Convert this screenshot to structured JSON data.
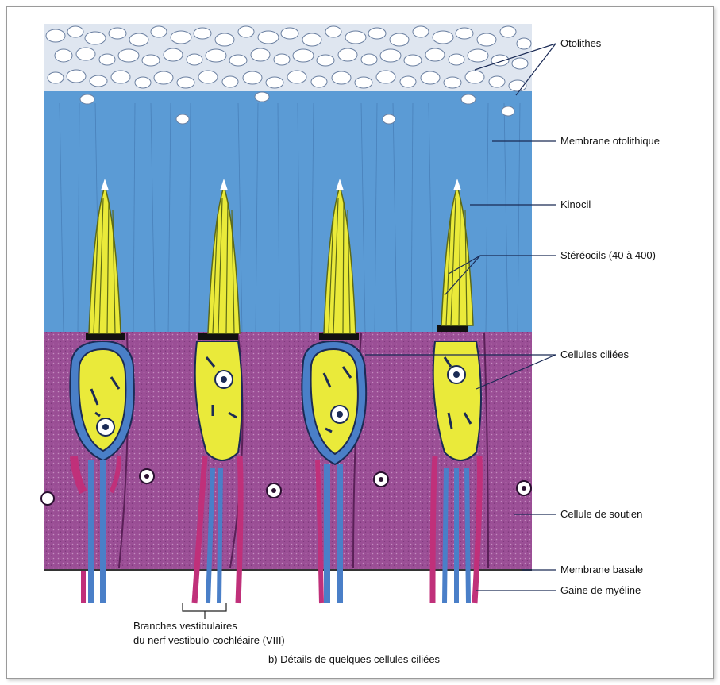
{
  "labels": {
    "otolithes": "Otolithes",
    "membrane_otolithique": "Membrane otolithique",
    "kinocil": "Kinocil",
    "stereocils": "Stéréocils (40 à 400)",
    "cellules_ciliees": "Cellules ciliées",
    "cellule_soutien": "Cellule de soutien",
    "membrane_basale": "Membrane basale",
    "gaine_myeline": "Gaine de myéline"
  },
  "nerve_caption": {
    "line1": "Branches vestibulaires",
    "line2": "du nerf vestibulo-cochléaire (VIII)"
  },
  "figure_caption": "b) Détails de quelques cellules ciliées",
  "colors": {
    "membrane": "#5b9bd5",
    "otolith": "#ffffff",
    "support_cell": "#9b4f96",
    "hair_cell": "#eaea3a",
    "nerve": "#4a7fc8",
    "myelin": "#c0307a"
  }
}
